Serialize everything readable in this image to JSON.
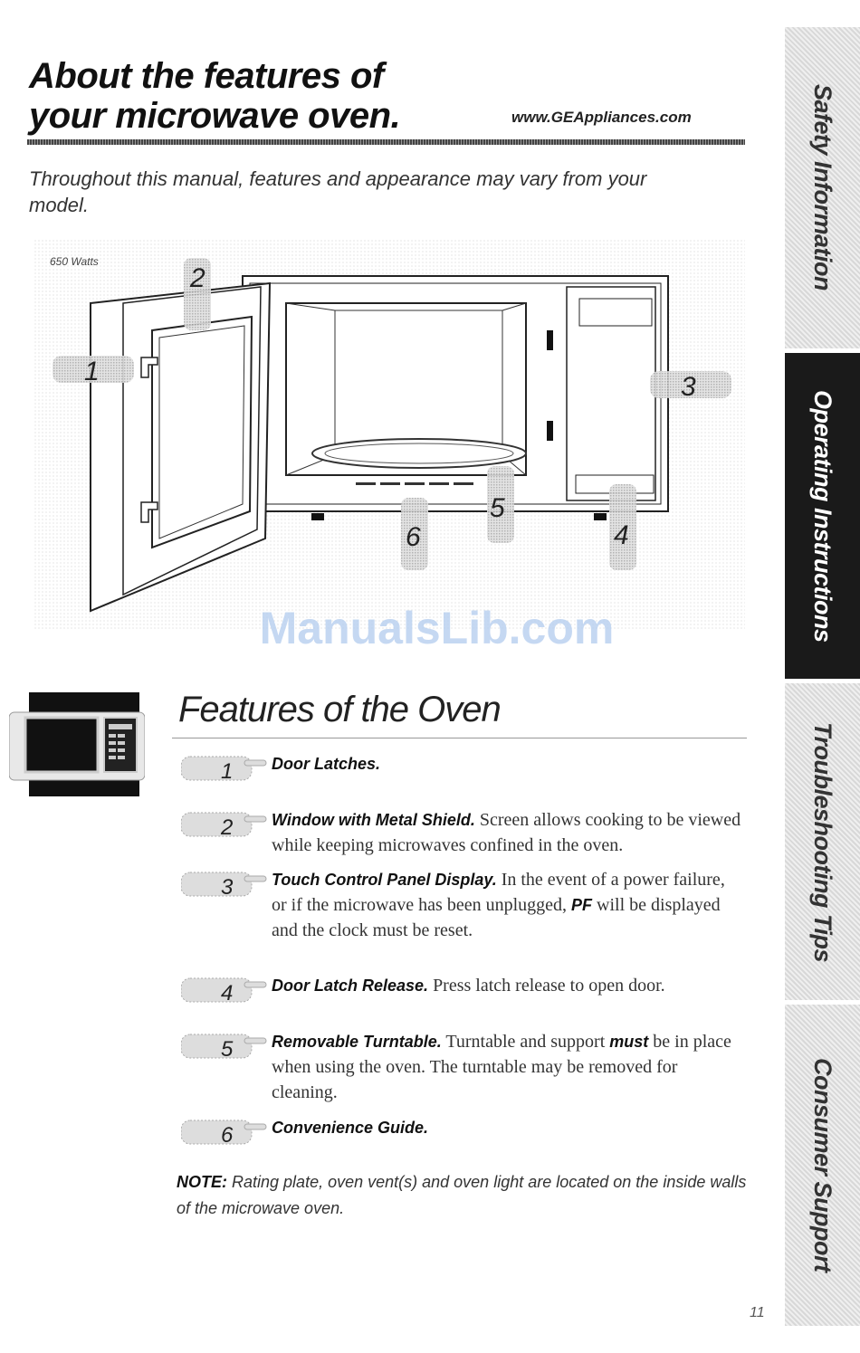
{
  "header": {
    "title_line1": "About the features of",
    "title_line2": "your microwave oven.",
    "url": "www.GEAppliances.com"
  },
  "intro": "Throughout this manual, features and appearance may vary from your model.",
  "illustration": {
    "wattage": "650 Watts",
    "callouts": [
      "1",
      "2",
      "3",
      "4",
      "5",
      "6"
    ]
  },
  "watermark": "ManualsLib.com",
  "features": {
    "heading": "Features of the Oven",
    "items": [
      {
        "num": "1",
        "title": "Door Latches.",
        "desc": ""
      },
      {
        "num": "2",
        "title": "Window with Metal Shield.",
        "desc": "Screen allows cooking to be viewed while keeping microwaves confined in the oven."
      },
      {
        "num": "3",
        "title": "Touch Control Panel Display.",
        "desc": "In the event of a power failure, or if the microwave has been unplugged,",
        "desc_b": "PF",
        "desc2": "will be displayed and the clock must be reset."
      },
      {
        "num": "4",
        "title": "Door Latch Release.",
        "desc": "Press latch release to open door."
      },
      {
        "num": "5",
        "title": "Removable Turntable.",
        "desc": "Turntable and support",
        "desc_b": "must",
        "desc2": "be in place when using the oven. The turntable may be removed for cleaning."
      },
      {
        "num": "6",
        "title": "Convenience Guide.",
        "desc": ""
      }
    ]
  },
  "note": {
    "label": "NOTE:",
    "text": "Rating plate, oven vent(s) and oven light are located on the inside walls of the microwave oven."
  },
  "page_number": "11",
  "sidebar": {
    "tabs": [
      {
        "label": "Safety Information",
        "active": false
      },
      {
        "label": "Operating Instructions",
        "active": true
      },
      {
        "label": "Troubleshooting Tips",
        "active": false
      },
      {
        "label": "Consumer Support",
        "active": false
      }
    ]
  }
}
